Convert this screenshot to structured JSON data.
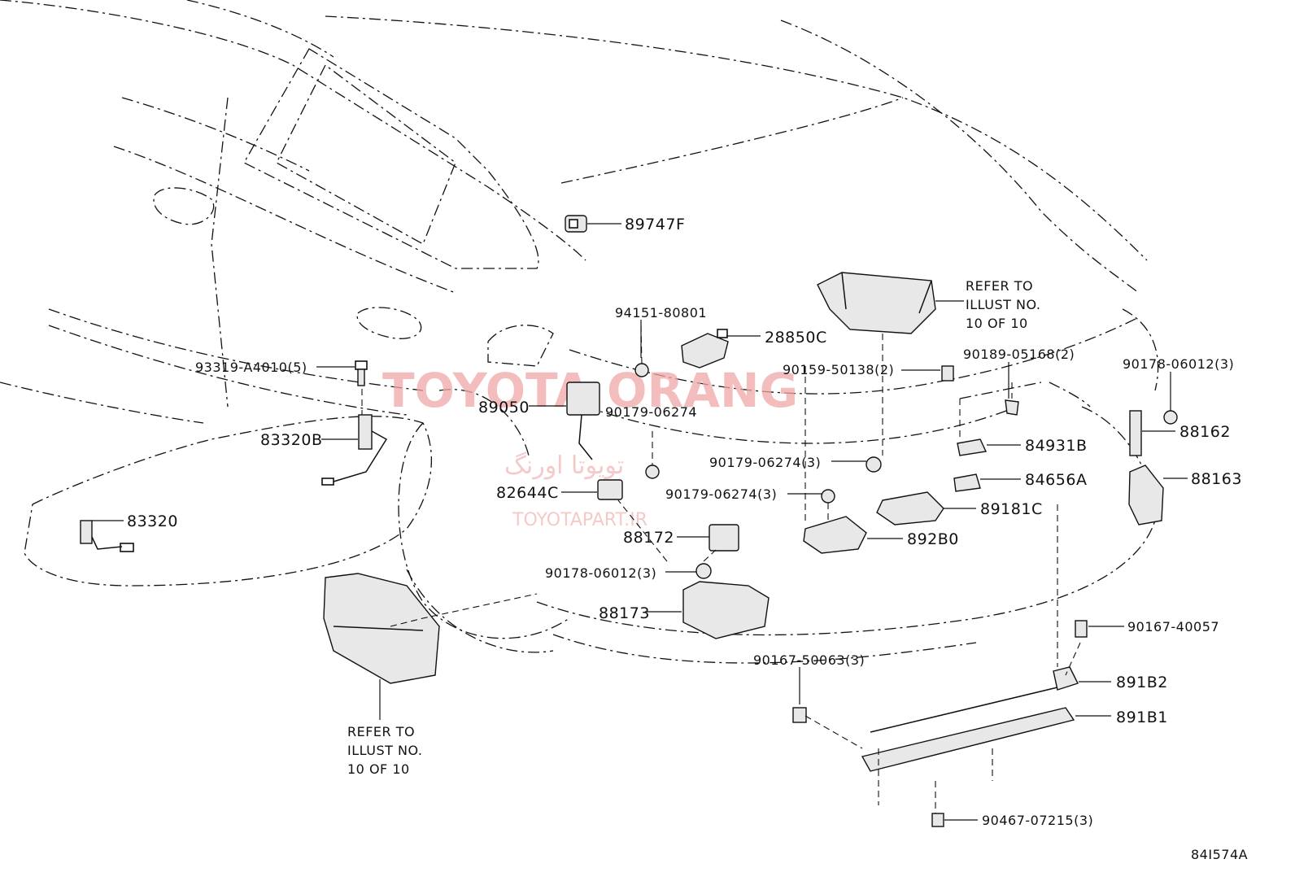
{
  "watermark": {
    "brand": "TOYOTA ORANG",
    "persian": "تویوتا اورنگ",
    "site": "TOYOTAPART.IR"
  },
  "diagram_id": "84I574A",
  "reference_notes": {
    "upper": [
      "REFER TO",
      "ILLUST NO.",
      "10 OF 10"
    ],
    "lower": [
      "REFER TO",
      "ILLUST NO.",
      "10 OF 10"
    ]
  },
  "parts": {
    "p89747F": "89747F",
    "p94151": "94151-80801",
    "p28850C": "28850C",
    "p93319": "93319-A4010(5)",
    "p89050": "89050",
    "p90179a": "90179-06274",
    "p90159": "90159-50138(2)",
    "p90189": "90189-05168(2)",
    "p90178a": "90178-06012(3)",
    "p83320B": "83320B",
    "p84931B": "84931B",
    "p88162": "88162",
    "p90179b": "90179-06274(3)",
    "p84656A": "84656A",
    "p88163": "88163",
    "p82644C": "82644C",
    "p90179c": "90179-06274(3)",
    "p89181C": "89181C",
    "p83320": "83320",
    "p88172": "88172",
    "p892B0": "892B0",
    "p90178b": "90178-06012(3)",
    "p88173": "88173",
    "p90167a": "90167-40057",
    "p90167b": "90167-50063(3)",
    "p891B2": "891B2",
    "p891B1": "891B1",
    "p90467": "90467-07215(3)"
  }
}
